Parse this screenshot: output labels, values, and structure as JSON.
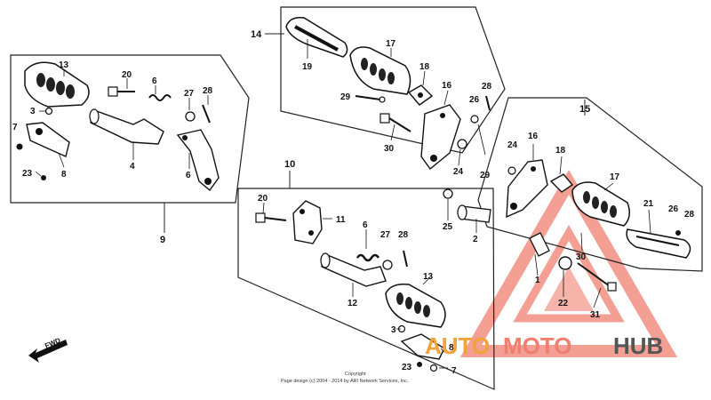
{
  "diagram": {
    "groups": {
      "g9": "9",
      "g10": "10",
      "g14": "14",
      "g15": "15"
    },
    "parts": {
      "p1": "1",
      "p2": "2",
      "p3a": "3",
      "p3b": "3",
      "p4": "4",
      "p6a": "6",
      "p6b": "6",
      "p6c": "6",
      "p7a": "7",
      "p7b": "7",
      "p8a": "8",
      "p8b": "8",
      "p11": "11",
      "p12": "12",
      "p13a": "13",
      "p13b": "13",
      "p16a": "16",
      "p16b": "16",
      "p17a": "17",
      "p17b": "17",
      "p18a": "18",
      "p18b": "18",
      "p19": "19",
      "p20a": "20",
      "p20b": "20",
      "p21": "21",
      "p22": "22",
      "p23a": "23",
      "p23b": "23",
      "p24a": "24",
      "p24b": "24",
      "p25": "25",
      "p26a": "26",
      "p26b": "26",
      "p27a": "27",
      "p27b": "27",
      "p28a": "28",
      "p28b": "28",
      "p28c": "28",
      "p29a": "29",
      "p29b": "29",
      "p30a": "30",
      "p30b": "30",
      "p31": "31"
    },
    "fwd_label": "FWD",
    "copyright_title": "Copyright",
    "copyright_text": "Page design (c) 2004 - 2014 by ARI Network Services, Inc."
  },
  "watermark": {
    "part1": "AUTO",
    "part2": "MOTO",
    "part3": "HUB"
  }
}
